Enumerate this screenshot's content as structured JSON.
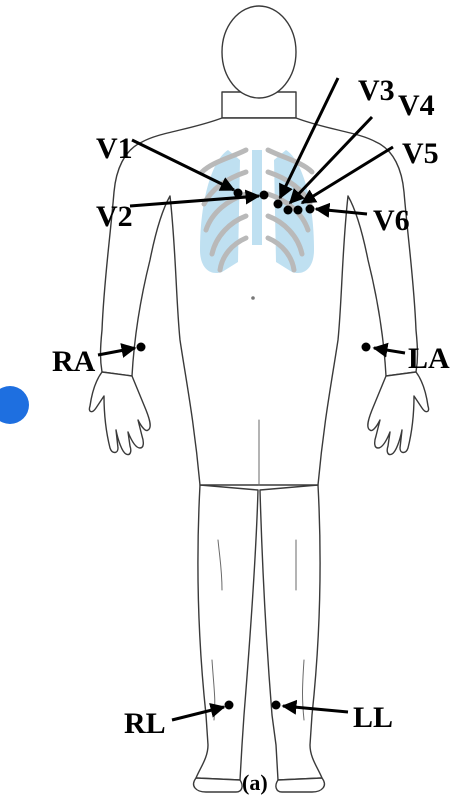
{
  "electrodes": {
    "V1": "V1",
    "V2": "V2",
    "V3": "V3",
    "V4": "V4",
    "V5": "V5",
    "V6": "V6",
    "RA": "RA",
    "LA": "LA",
    "RL": "RL",
    "LL": "LL"
  },
  "caption": "(a)",
  "colors": {
    "lung": "#bfe0f1",
    "rib": "#b9b9b9",
    "marker": "#1e6fe0",
    "ink": "#000000"
  }
}
